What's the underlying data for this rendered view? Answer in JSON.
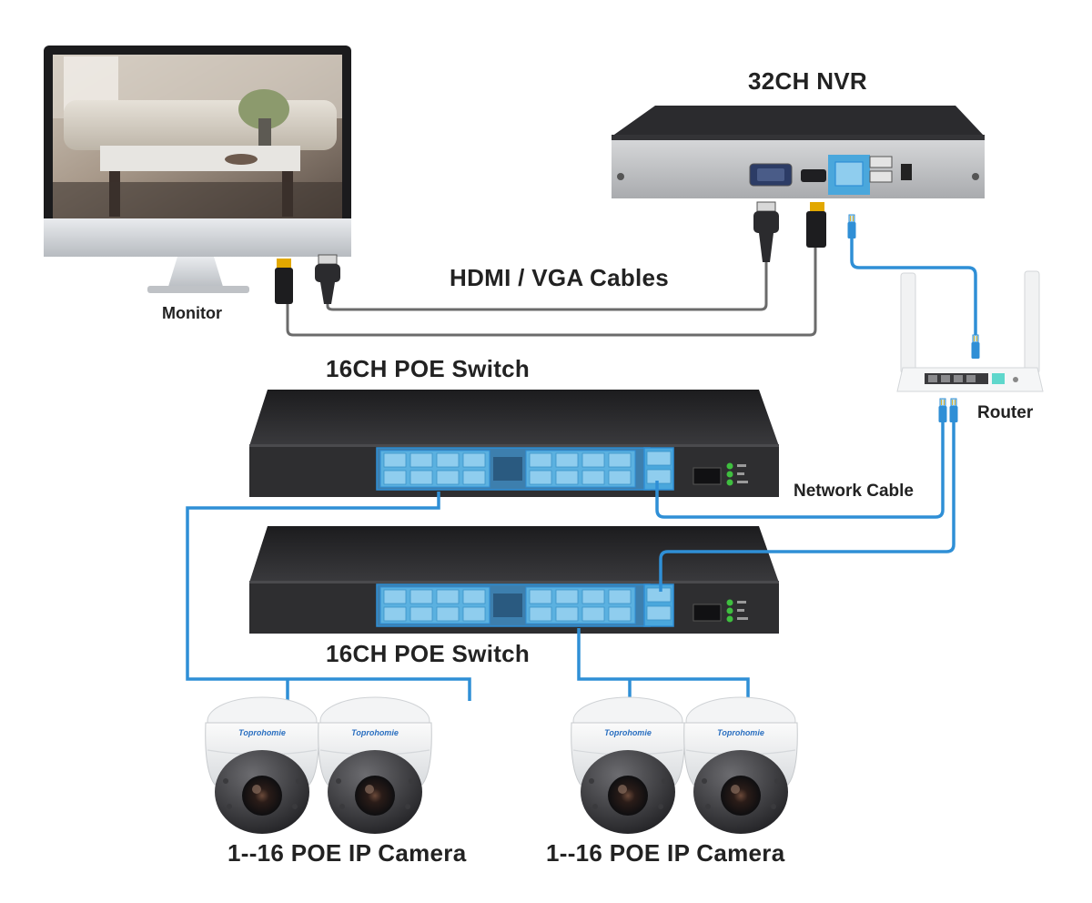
{
  "labels": {
    "nvr": "32CH NVR",
    "monitor": "Monitor",
    "hdmi_vga": "HDMI / VGA Cables",
    "switch_top": "16CH POE Switch",
    "switch_bottom": "16CH POE Switch",
    "router": "Router",
    "network_cable": "Network Cable",
    "camera_group_left": "1--16 POE IP Camera",
    "camera_group_right": "1--16 POE IP Camera"
  },
  "camera_brand": "Toprohomie",
  "colors": {
    "network_cable": "#2f8fd6",
    "video_cable": "#6b6b6b",
    "device_dark": "#2a2a2c",
    "port_highlight": "#4aa7dc",
    "led_green": "#3fbf3f"
  },
  "icons": {
    "monitor": "monitor-icon",
    "nvr": "nvr-icon",
    "router": "router-icon",
    "switch": "poe-switch-icon",
    "camera": "dome-camera-icon",
    "hdmi_plug": "hdmi-plug-icon",
    "vga_plug": "vga-plug-icon",
    "rj45_plug": "rj45-plug-icon"
  }
}
